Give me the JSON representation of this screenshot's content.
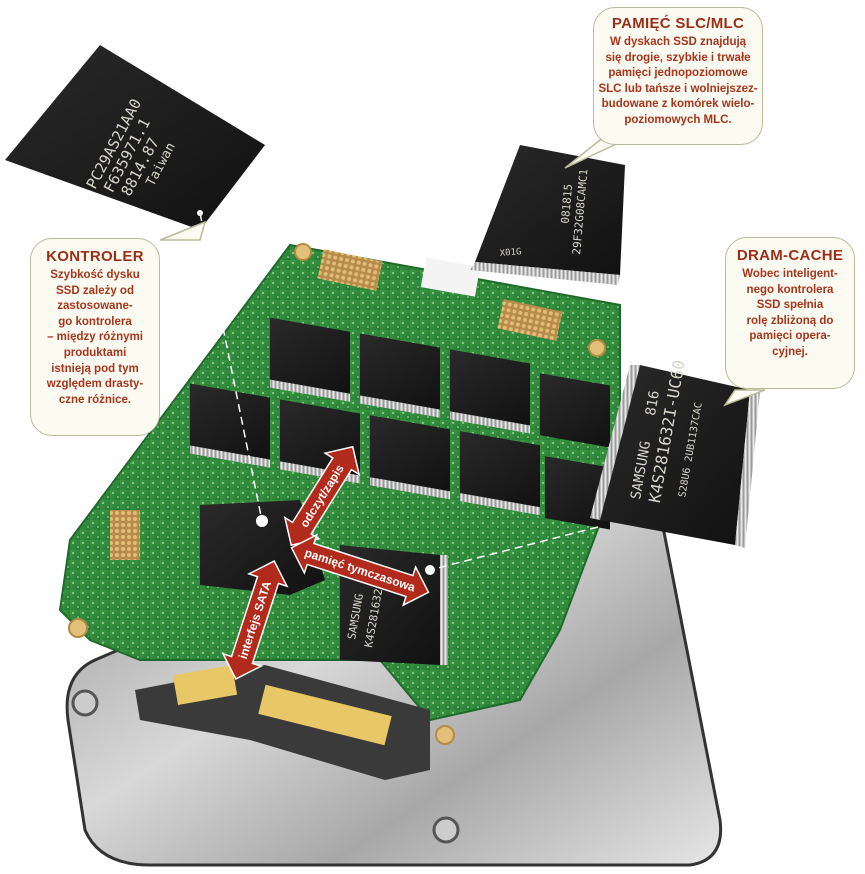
{
  "callouts": {
    "slc_mlc": {
      "title": "PAMIĘĆ SLC/MLC",
      "lines": [
        "W dyskach SSD znajdują",
        "się drogie, szybkie i trwałe",
        "pamięci jednopoziomowe",
        "SLC lub tańsze i wolniejszez-",
        "budowane z komórek wielo-",
        "poziomowych MLC."
      ]
    },
    "kontroler": {
      "title": "KONTROLER",
      "lines": [
        "Szybkość dysku",
        "SSD zależy od",
        "zastosowane-",
        "go kontrolera",
        "– między różnymi",
        "produktami",
        "istnieją pod tym",
        "względem drasty-",
        "czne różnice."
      ]
    },
    "dram_cache": {
      "title": "DRAM-CACHE",
      "lines": [
        "Wobec inteligent-",
        "nego kontrolera",
        "SSD spełnia",
        "rolę zbliżoną do",
        "pamięci opera-",
        "cyjnej."
      ]
    }
  },
  "arrows": {
    "read_write": "odczyt/zapis",
    "cache": "pamięć tymczasowa",
    "sata": "interfejs SATA"
  },
  "chips": {
    "controller": [
      "PC29AS21AA0",
      "F635971.1",
      "8814.87",
      "Taiwan"
    ],
    "flash": [
      "29F32G08CAMC1",
      "081815",
      "X01G"
    ],
    "dram": [
      "SAMSUNG",
      "816",
      "K4S281632I-UC60",
      "S28U6 2UB1137CAC"
    ]
  },
  "colors": {
    "callout_text": "#a8341c",
    "callout_bg": "#fbfbf1",
    "callout_border": "#b9bb9a",
    "arrow_red": "#b12a1b",
    "pcb_green": "#2f8a3a",
    "chip_black": "#1b1b1b"
  }
}
